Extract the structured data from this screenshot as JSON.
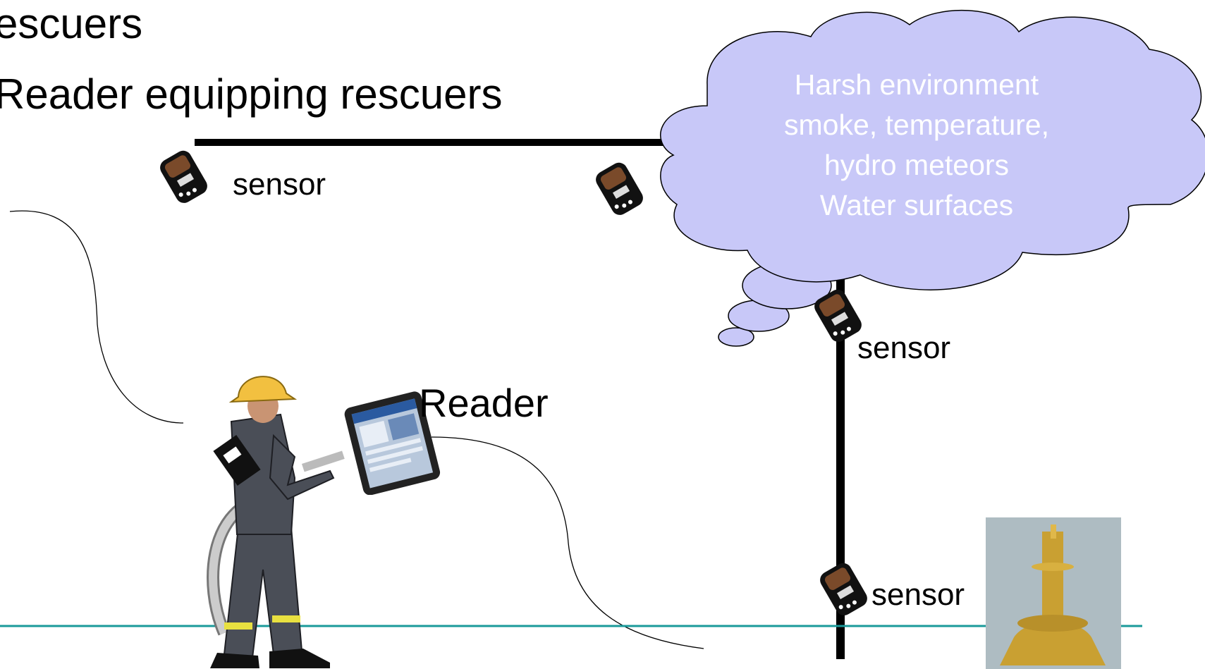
{
  "title": {
    "line1": "escuers",
    "line2": "Reader equipping rescuers"
  },
  "labels": {
    "sensor_1": "sensor",
    "sensor_2": "se",
    "sensor_3": "sensor",
    "sensor_4": "sensor",
    "reader": "Reader"
  },
  "cloud": {
    "lines": [
      "Harsh environment",
      "smoke, temperature,",
      "hydro meteors",
      "Water surfaces"
    ]
  },
  "colors": {
    "cloud_fill": "#c8c8f8",
    "cloud_stroke": "#000000",
    "ground_line": "#1a9a9a",
    "link_line": "#000000",
    "helmet": "#f2c040",
    "suit": "#4a4e57"
  },
  "icons": {
    "sensor": "sensor-device-icon",
    "reader": "tablet-reader-icon",
    "rescuer": "firefighter-icon",
    "instrument": "brass-instrument-photo"
  }
}
